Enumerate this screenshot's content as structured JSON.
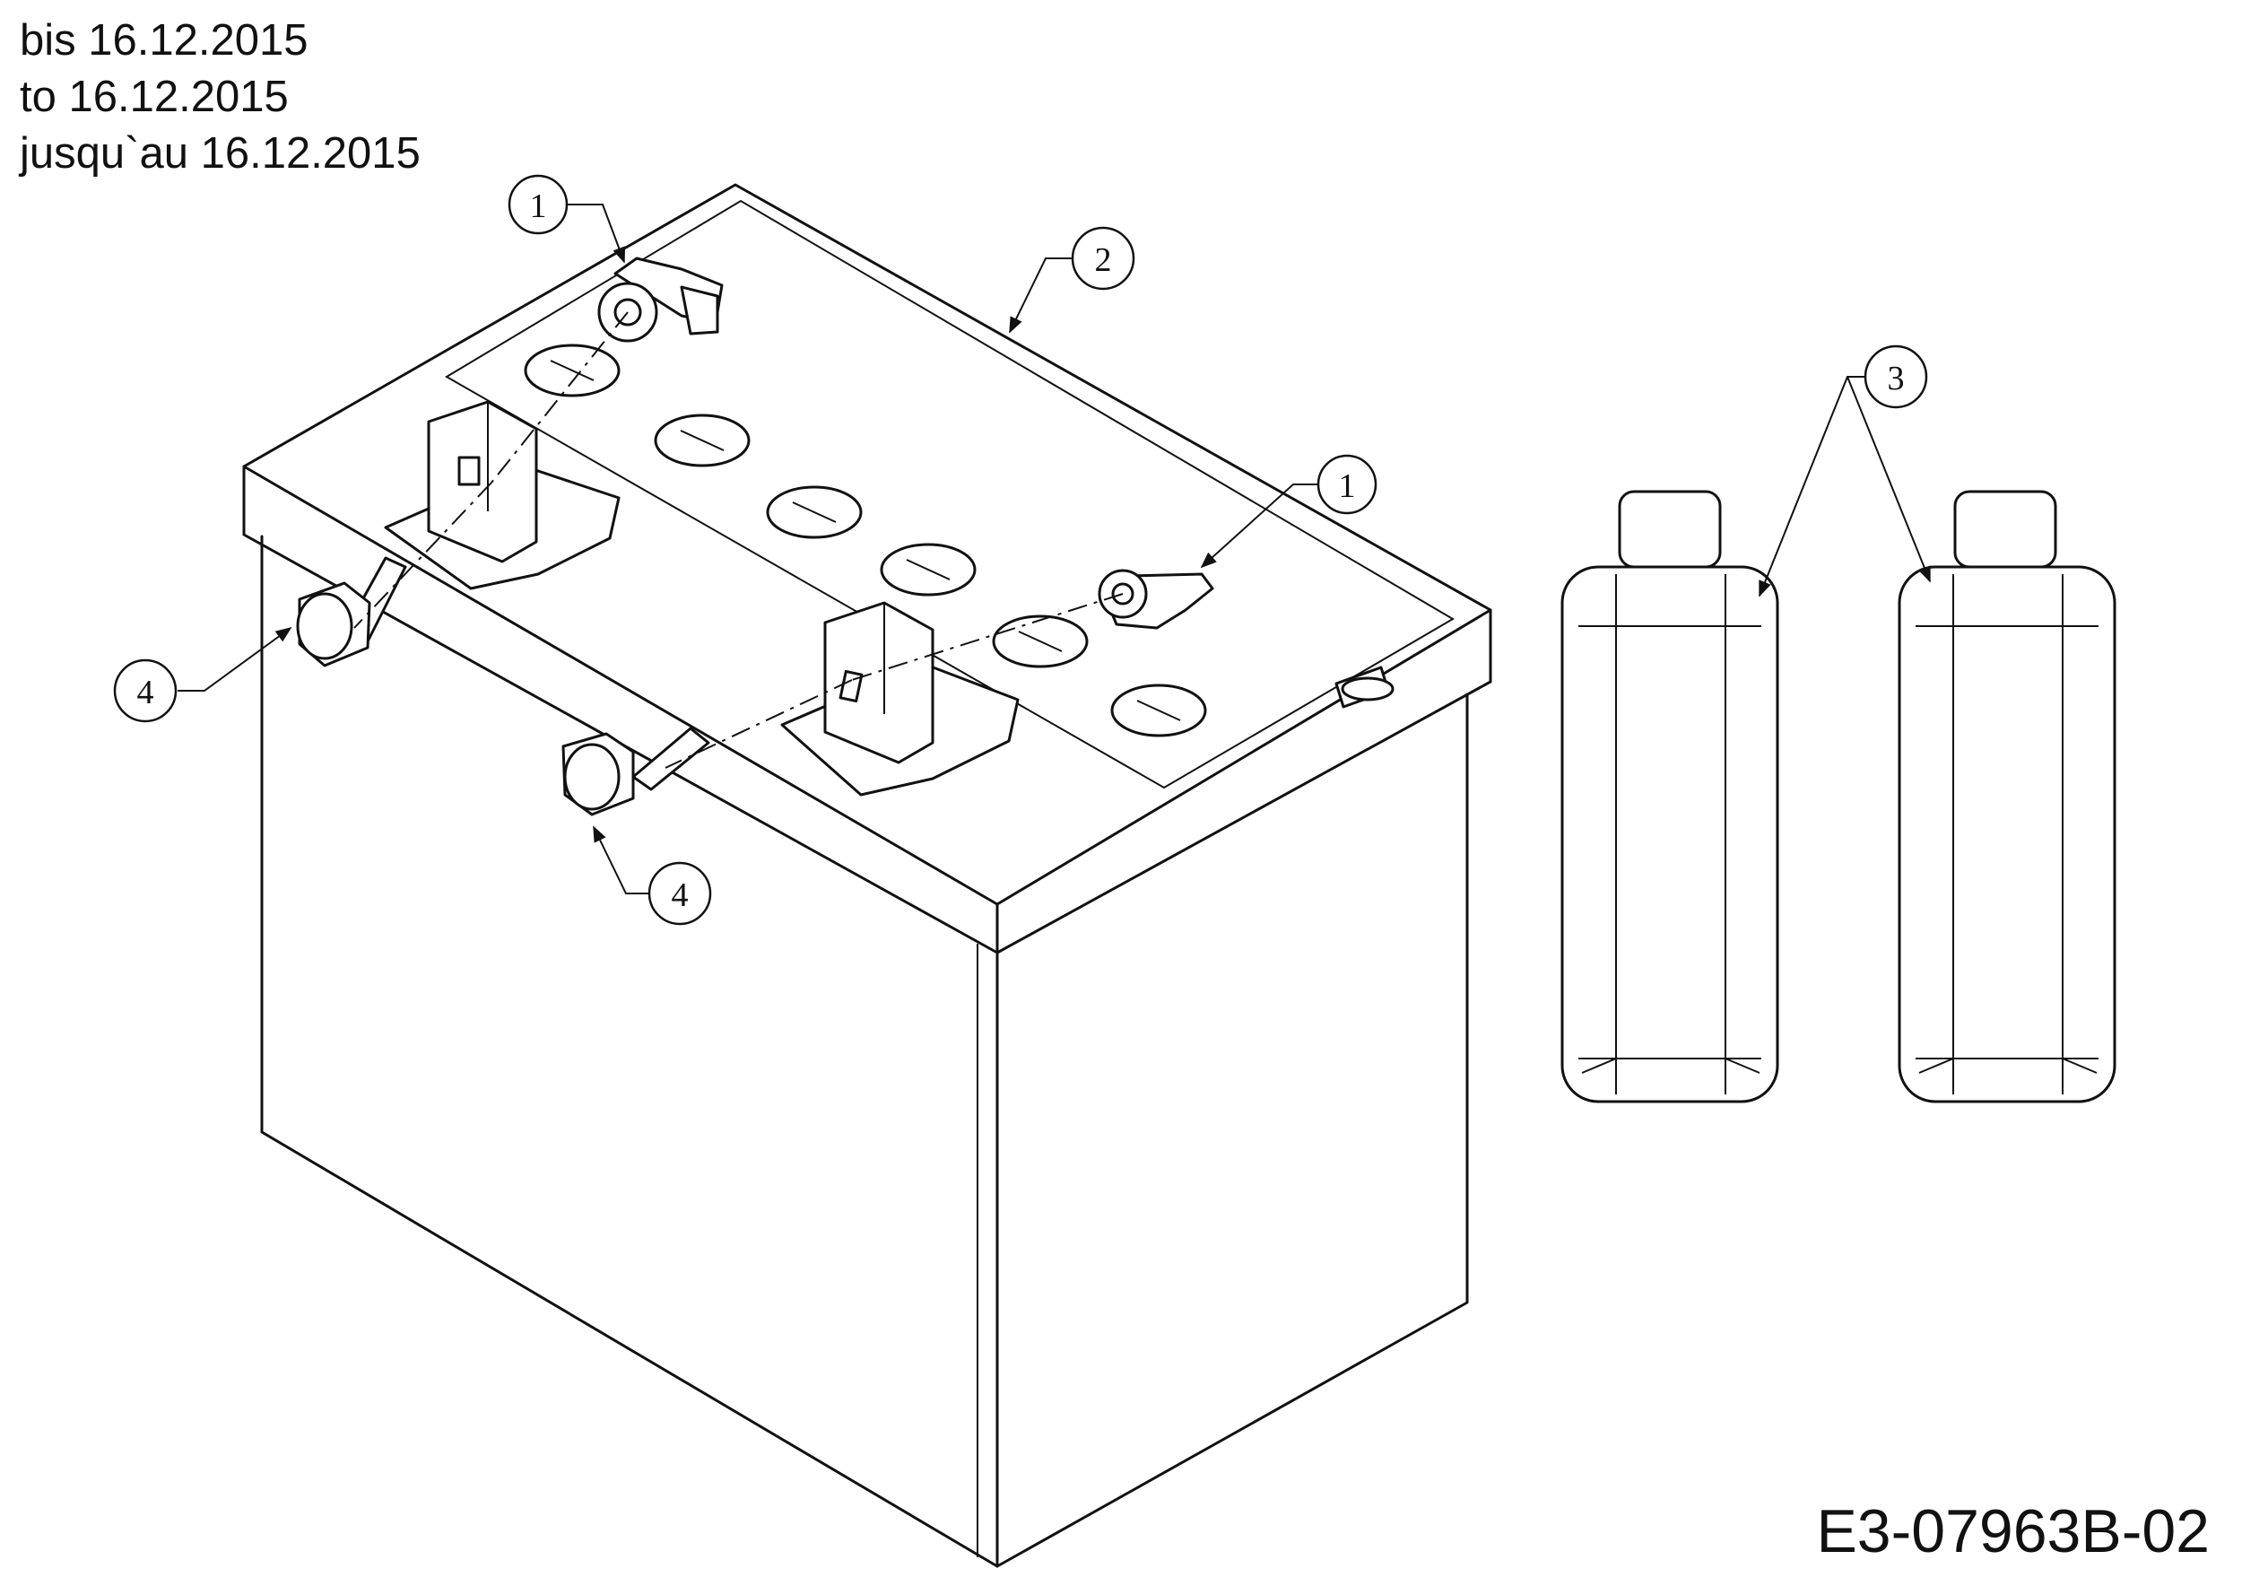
{
  "header": {
    "line_de": "bis 16.12.2015",
    "line_en": "to 16.12.2015",
    "line_fr": "jusqu`au 16.12.2015"
  },
  "drawing_code": "E3-07963B-02",
  "callouts": {
    "c1a": "1",
    "c1b": "1",
    "c2": "2",
    "c3": "3",
    "c4a": "4",
    "c4b": "4"
  }
}
